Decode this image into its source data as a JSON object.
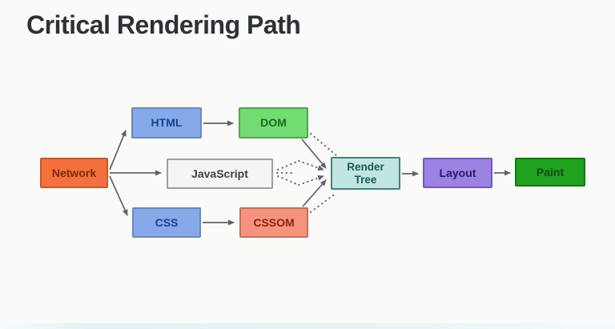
{
  "slide": {
    "title": "Critical Rendering Path",
    "title_color": "#2d3237",
    "background_color": "#fafaf8"
  },
  "diagram": {
    "arrow_color": "#5f6368",
    "nodes": {
      "network": {
        "label": "Network",
        "fill": "#f4713d",
        "border": "#c7582b",
        "text_color": "#7c2a0c"
      },
      "html": {
        "label": "HTML",
        "fill": "#86aae9",
        "border": "#6d88bb",
        "text_color": "#1c3f8e"
      },
      "dom": {
        "label": "DOM",
        "fill": "#72dc72",
        "border": "#53a356",
        "text_color": "#1a6b21"
      },
      "javascript": {
        "label": "JavaScript",
        "fill": "#f4f4f2",
        "border": "#9aa0a6",
        "text_color": "#3c4043"
      },
      "css": {
        "label": "CSS",
        "fill": "#86aae9",
        "border": "#6d88bb",
        "text_color": "#1c3f8e"
      },
      "cssom": {
        "label": "CSSOM",
        "fill": "#f6937e",
        "border": "#c76f59",
        "text_color": "#8e2010"
      },
      "render_tree": {
        "label": "Render Tree",
        "fill": "#c1e6e2",
        "border": "#41827d",
        "text_color": "#185a55"
      },
      "layout": {
        "label": "Layout",
        "fill": "#9c82e3",
        "border": "#7059b8",
        "text_color": "#2e1468"
      },
      "paint": {
        "label": "Paint",
        "fill": "#20a120",
        "border": "#117a11",
        "text_color": "#0b4d0b"
      }
    },
    "edges": [
      {
        "from": "Network",
        "to": "HTML",
        "style": "solid"
      },
      {
        "from": "Network",
        "to": "JavaScript",
        "style": "solid"
      },
      {
        "from": "Network",
        "to": "CSS",
        "style": "solid"
      },
      {
        "from": "HTML",
        "to": "DOM",
        "style": "solid"
      },
      {
        "from": "CSS",
        "to": "CSSOM",
        "style": "solid"
      },
      {
        "from": "DOM",
        "to": "Render Tree",
        "style": "solid"
      },
      {
        "from": "CSSOM",
        "to": "Render Tree",
        "style": "solid"
      },
      {
        "from": "JavaScript",
        "to": "Render Tree",
        "style": "dotted"
      },
      {
        "from": "Render Tree",
        "to": "Layout",
        "style": "solid"
      },
      {
        "from": "Layout",
        "to": "Paint",
        "style": "solid"
      }
    ]
  }
}
